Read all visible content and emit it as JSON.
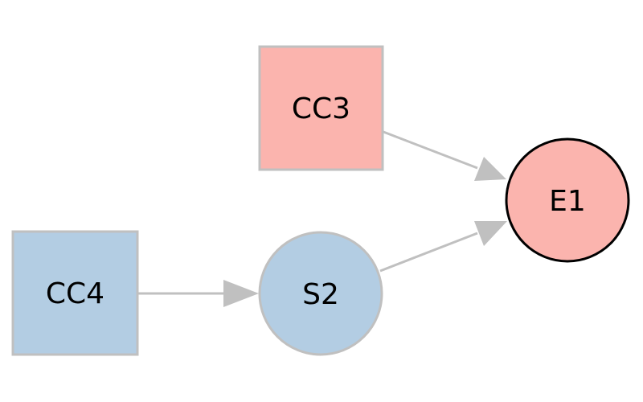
{
  "diagram": {
    "type": "directed-graph",
    "nodes": [
      {
        "id": "CC3",
        "label": "CC3",
        "shape": "square",
        "fill": "#fbb4ae",
        "stroke": "#c0c0c0"
      },
      {
        "id": "E1",
        "label": "E1",
        "shape": "circle",
        "fill": "#fbb4ae",
        "stroke": "#000000"
      },
      {
        "id": "CC4",
        "label": "CC4",
        "shape": "square",
        "fill": "#b3cde3",
        "stroke": "#c0c0c0"
      },
      {
        "id": "S2",
        "label": "S2",
        "shape": "circle",
        "fill": "#b3cde3",
        "stroke": "#c0c0c0"
      }
    ],
    "edges": [
      {
        "from": "CC3",
        "to": "E1",
        "color": "#c0c0c0"
      },
      {
        "from": "S2",
        "to": "E1",
        "color": "#c0c0c0"
      },
      {
        "from": "CC4",
        "to": "S2",
        "color": "#c0c0c0"
      }
    ]
  }
}
